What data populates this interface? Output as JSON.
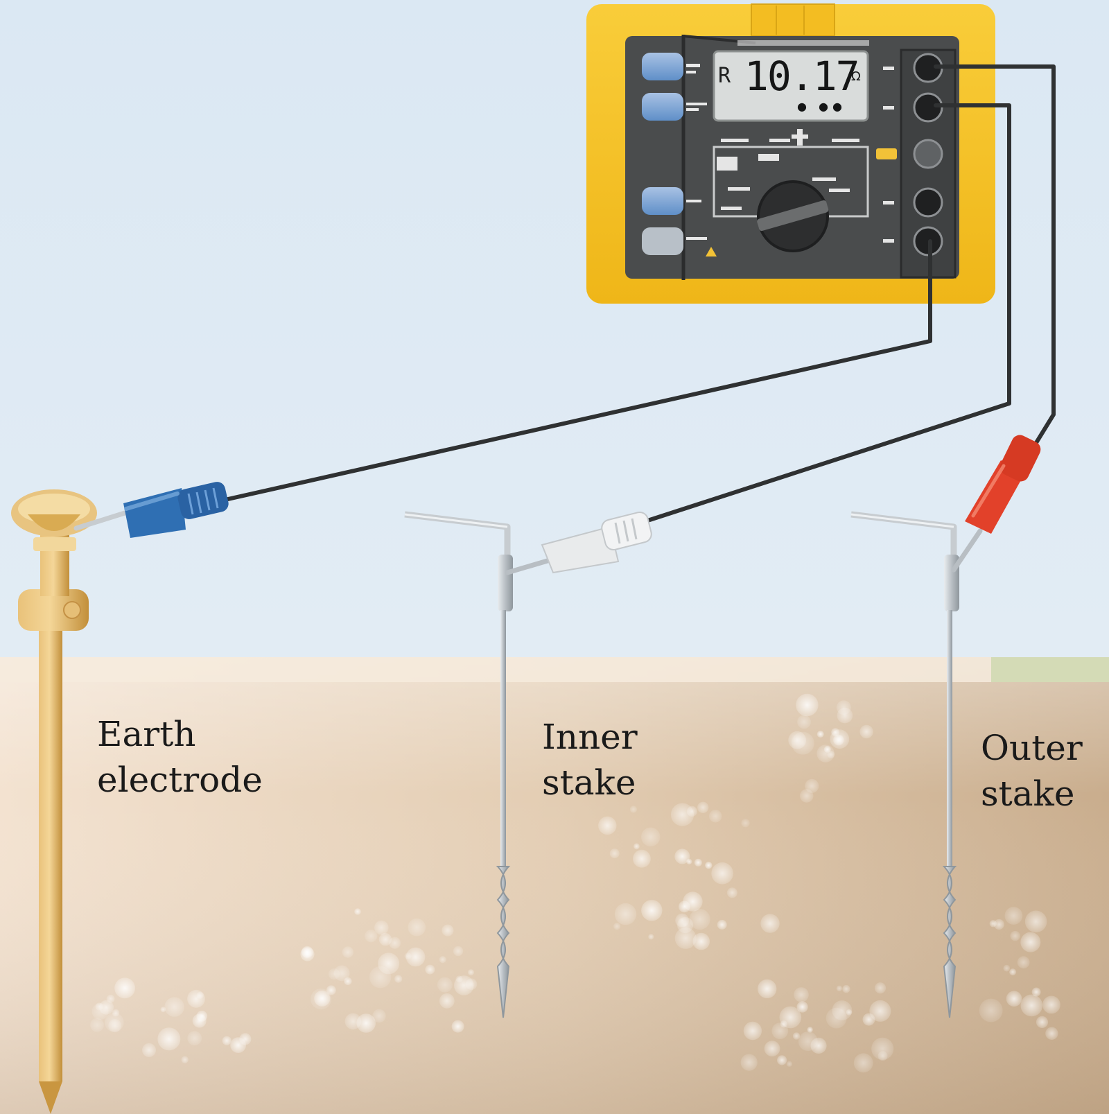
{
  "meter": {
    "display_prefix": "R",
    "reading": "10.17",
    "unit": "Ω"
  },
  "labels": {
    "earth_line1": "Earth",
    "earth_line2": "electrode",
    "inner_line1": "Inner",
    "inner_line2": "stake",
    "outer_line1": "Outer",
    "outer_line2": "stake"
  },
  "colors": {
    "sky": "#dde9f3",
    "soil": "#d9c3a8",
    "meter_body": "#f7c325",
    "meter_panel": "#4a4c4d",
    "lcd": "#d9dcdb",
    "lead_blue": "#2f6fb3",
    "lead_white": "#e9ebec",
    "lead_red": "#e2412a",
    "electrode": "#d9ab52",
    "stake": "#c7ccd0"
  }
}
